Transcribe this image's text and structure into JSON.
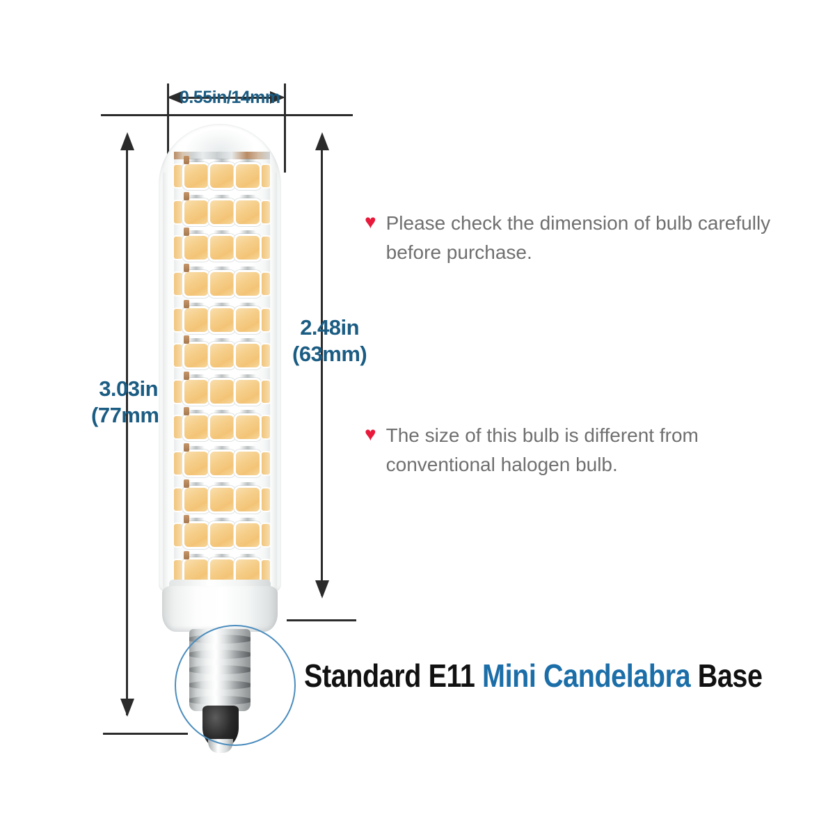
{
  "product": {
    "type": "LED bulb dimension infographic",
    "bulb_name": "E11 Mini Candelabra LED Bulb"
  },
  "dimensions": {
    "width_label": "0.55in/14mm",
    "total_height_line1": "3.03in",
    "total_height_line2": "(77mm)",
    "glass_height_line1": "2.48in",
    "glass_height_line2": "(63mm)"
  },
  "notes": [
    {
      "bullet": "♥",
      "text": "Please check the dimension of bulb carefully before purchase."
    },
    {
      "bullet": "♥",
      "text": "The size of this bulb is different from conventional halogen bulb."
    }
  ],
  "caption": {
    "part1": "Standard E11",
    "part2": "Mini Candelabra",
    "part3": "Base"
  },
  "colors": {
    "dimension_text": "#1b5c83",
    "note_text": "#6f6f6f",
    "heart": "#e8193a",
    "caption_black": "#111111",
    "caption_blue": "#1b6ea8",
    "line": "#2b2b2b",
    "highlight_circle": "#4a8cbd",
    "led_amber": "#f6cf8b",
    "background": "#ffffff"
  },
  "bulb_structure": {
    "led_rows": 12,
    "led_columns": 3,
    "glass_shape": "domed cylindrical tube",
    "base_type": "E11 screw base"
  }
}
